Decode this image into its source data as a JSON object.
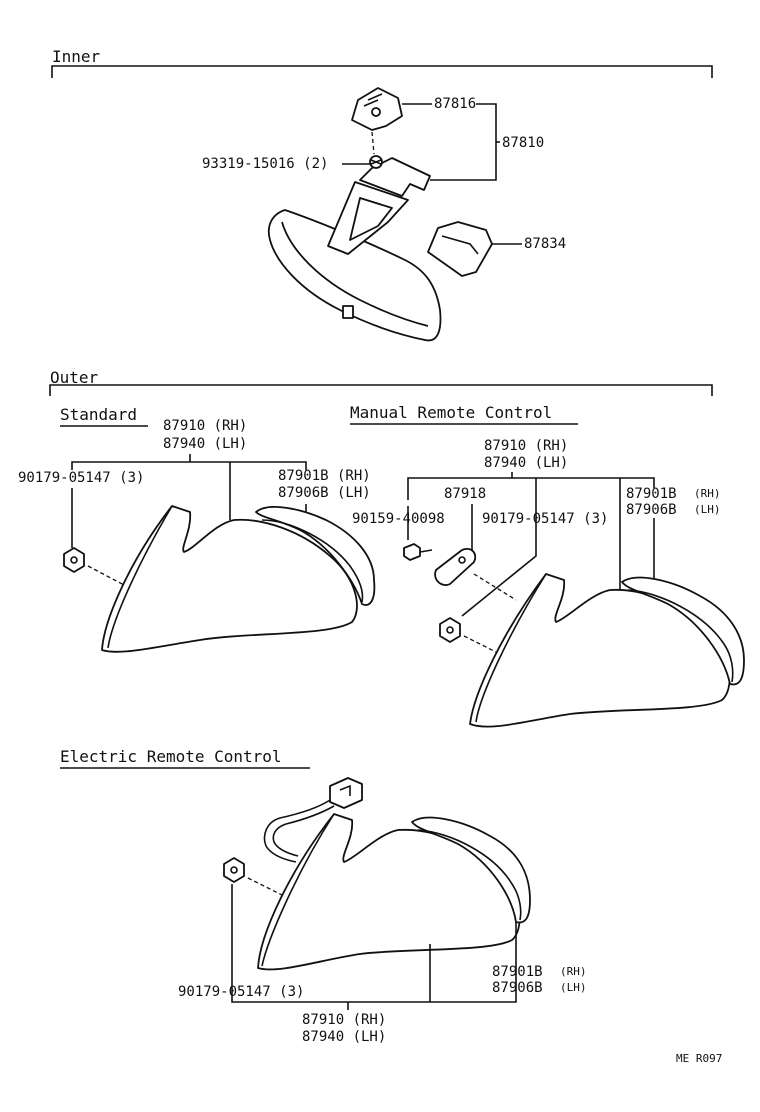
{
  "sections": {
    "inner": "Inner",
    "outer": "Outer",
    "standard": "Standard",
    "manual": "Manual Remote Control",
    "electric": "Electric Remote Control"
  },
  "inner": {
    "p87816": "87816",
    "p87810": "87810",
    "p93319": "93319-15016 (2)",
    "p87834": "87834"
  },
  "standard": {
    "p87910": "87910 (RH)",
    "p87940": "87940 (LH)",
    "p90179": "90179-05147 (3)",
    "p87901": "87901B (RH)",
    "p87906": "87906B (LH)"
  },
  "manual": {
    "p87910": "87910 (RH)",
    "p87940": "87940 (LH)",
    "p87918": "87918",
    "p90159": "90159-40098",
    "p90179": "90179-05147 (3)",
    "p87901": "87901B",
    "p87901_side": "(RH)",
    "p87906": "87906B",
    "p87906_side": "(LH)"
  },
  "electric": {
    "p90179": "90179-05147 (3)",
    "p87901": "87901B",
    "p87901_side": "(RH)",
    "p87906": "87906B",
    "p87906_side": "(LH)",
    "p87910": "87910 (RH)",
    "p87940": "87940 (LH)"
  },
  "footer_code": "ME R097"
}
